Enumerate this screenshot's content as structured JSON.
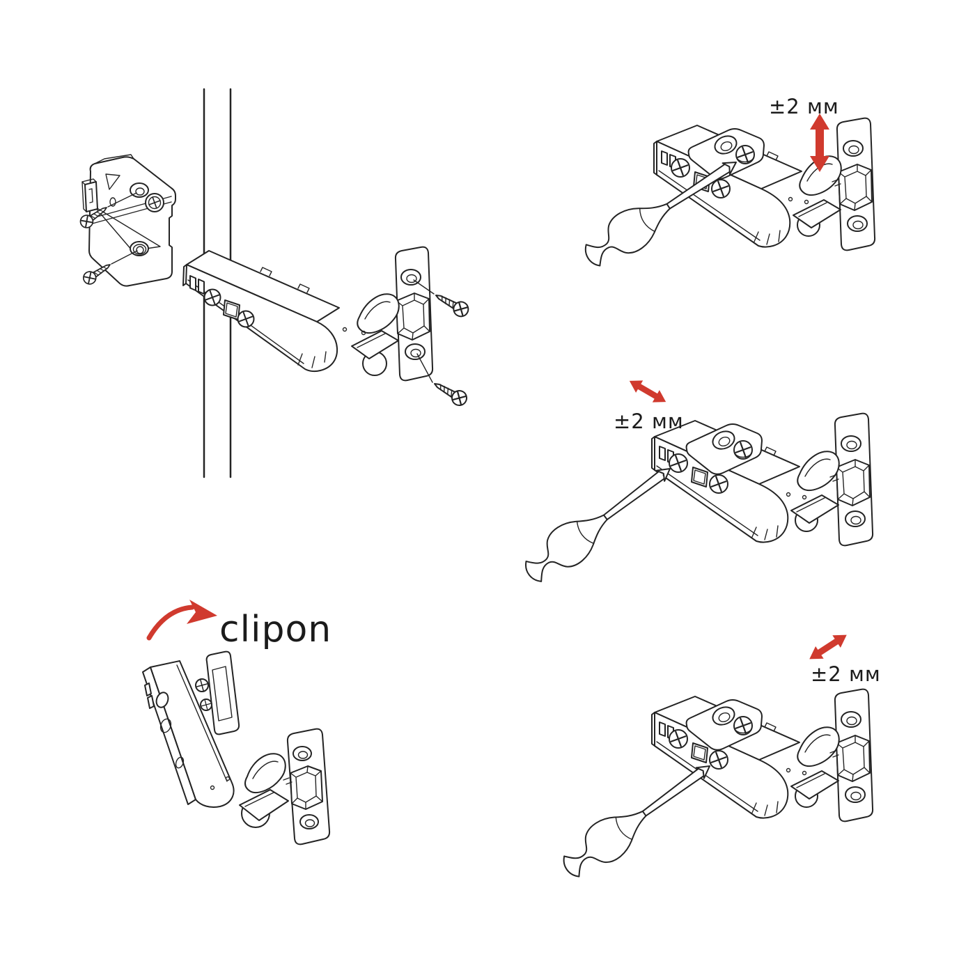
{
  "title": "Clip-on cabinet hinge mounting and adjustment instructions",
  "colors": {
    "background": "#ffffff",
    "line": "#232323",
    "text": "#1b1b1b",
    "accent": "#d03a2e"
  },
  "panels": {
    "install": {
      "name": "exploded mounting view",
      "description": "hinge, wall plate and four screws on cabinet panel"
    },
    "height_adjust": {
      "label": "±2 мм",
      "arrow_icon": "double-arrow-vertical"
    },
    "lateral_adjust": {
      "label": "±2 мм",
      "arrow_icon": "double-arrow-diagonal-up-left"
    },
    "clipon": {
      "label": "clipon",
      "arrow_icon": "curved-arrow-right"
    },
    "depth_adjust": {
      "label": "±2 мм",
      "arrow_icon": "double-arrow-diagonal-up-right"
    }
  }
}
